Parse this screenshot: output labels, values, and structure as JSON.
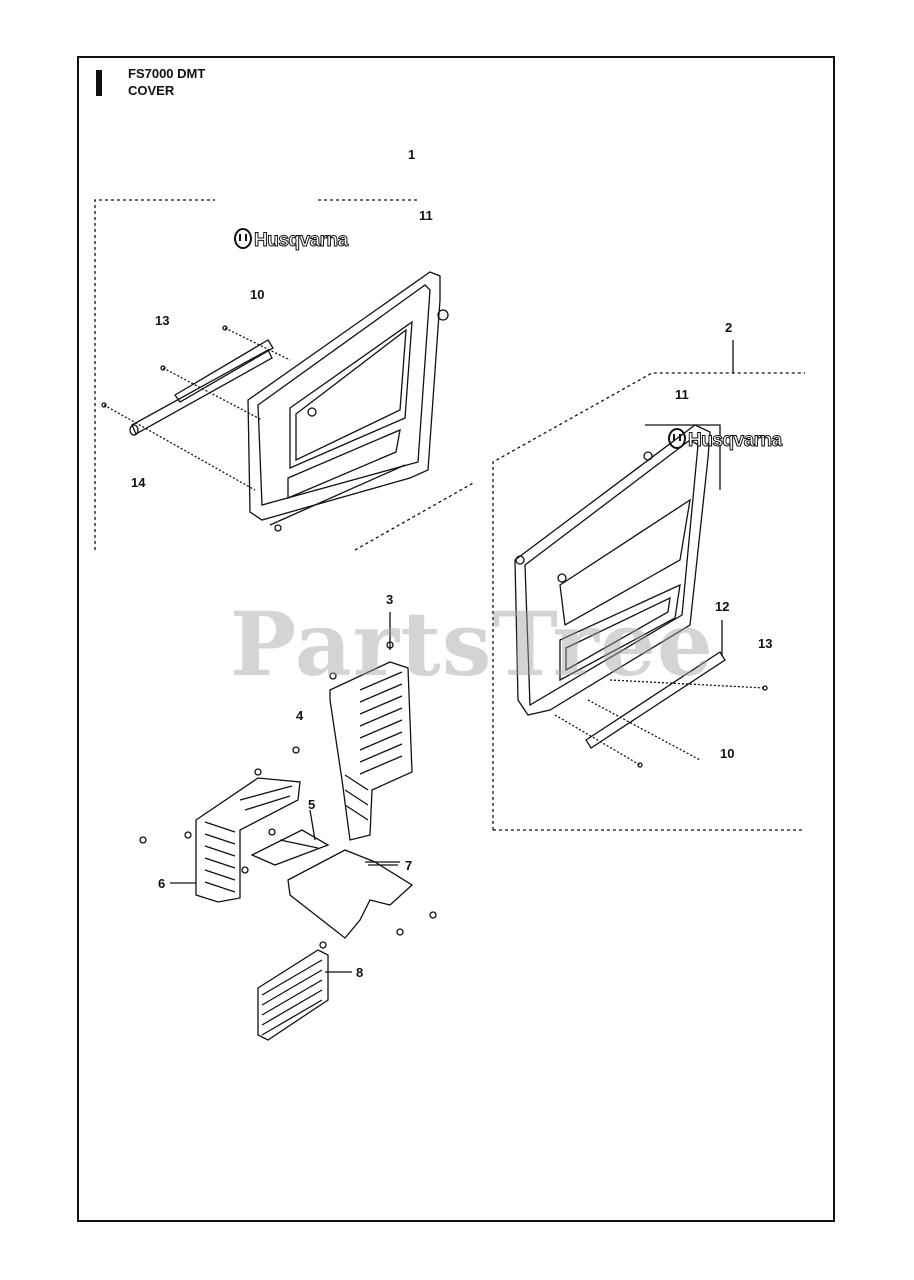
{
  "header": {
    "model": "FS7000 DMT",
    "section": "COVER"
  },
  "brand": {
    "logo_text": "Husqvarna"
  },
  "watermark": {
    "text": "PartsTree"
  },
  "callouts": {
    "c1": "1",
    "c11a": "11",
    "c10a": "10",
    "c13a": "13",
    "c14": "14",
    "c2": "2",
    "c11b": "11",
    "c12": "12",
    "c13b": "13",
    "c10b": "10",
    "c3": "3",
    "c4": "4",
    "c5": "5",
    "c6": "6",
    "c7": "7",
    "c8": "8"
  },
  "colors": {
    "line": "#111111",
    "watermark": "#a0a0a0"
  }
}
